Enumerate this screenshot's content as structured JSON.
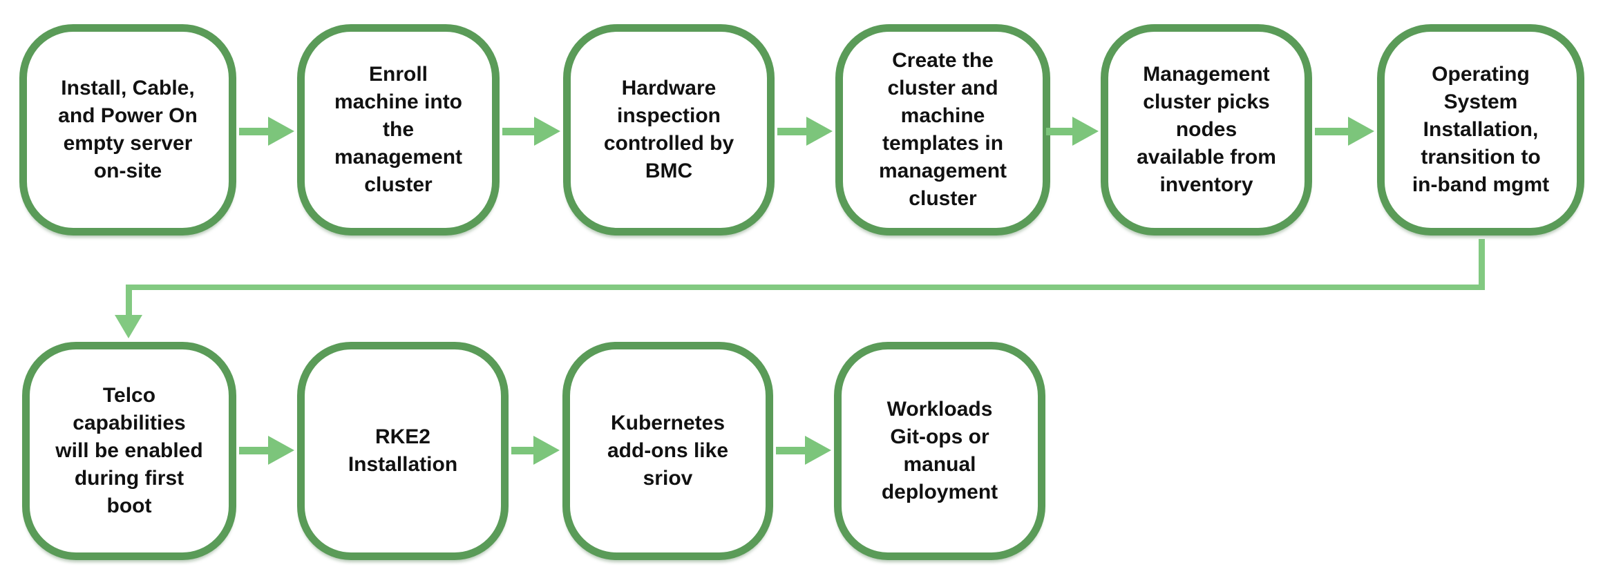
{
  "diagram": {
    "type": "flowchart",
    "colors": {
      "node_border": "#5a9b58",
      "node_fill": "#ffffff",
      "arrow": "#7cc57b",
      "connector": "#82c981",
      "text": "#111111"
    },
    "rows": [
      {
        "nodes": [
          {
            "id": "install-cable-power-on",
            "label": "Install, Cable,\nand Power On\nempty server\non-site"
          },
          {
            "id": "enroll-machine",
            "label": "Enroll\nmachine into\nthe\nmanagement\ncluster"
          },
          {
            "id": "hardware-inspection",
            "label": "Hardware\ninspection\ncontrolled by\nBMC"
          },
          {
            "id": "create-cluster-templates",
            "label": "Create the\ncluster and\nmachine\ntemplates in\nmanagement\ncluster"
          },
          {
            "id": "management-cluster-picks-nodes",
            "label": "Management\ncluster picks\nnodes\navailable from\ninventory"
          },
          {
            "id": "os-installation",
            "label": "Operating\nSystem\nInstallation,\ntransition to\nin-band mgmt"
          }
        ]
      },
      {
        "nodes": [
          {
            "id": "telco-capabilities",
            "label": "Telco\ncapabilities\nwill be enabled\nduring first\nboot"
          },
          {
            "id": "rke2-installation",
            "label": "RKE2\nInstallation"
          },
          {
            "id": "kubernetes-addons",
            "label": "Kubernetes\nadd-ons like\nsriov"
          },
          {
            "id": "workloads-deployment",
            "label": "Workloads\nGit-ops or\nmanual\ndeployment"
          }
        ]
      }
    ],
    "connections": {
      "row1_sequence_arrows": 5,
      "row2_sequence_arrows": 3,
      "row1_to_row2": "elbow from os-installation down, left, down into telco-capabilities"
    }
  }
}
